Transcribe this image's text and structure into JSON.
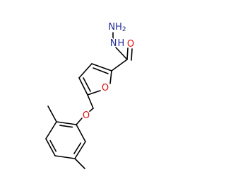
{
  "molecule": {
    "atoms": [
      {
        "id": "n_amine",
        "label": "NH",
        "sub": "2",
        "color": "#1f2a9a"
      },
      {
        "id": "n_hydrazide",
        "label": "N",
        "sub": "H",
        "color": "#1f2a9a"
      },
      {
        "id": "o_carbonyl",
        "label": "O",
        "sub": "",
        "color": "#e01010"
      },
      {
        "id": "o_furan",
        "label": "O",
        "sub": "",
        "color": "#e01010"
      },
      {
        "id": "o_ether",
        "label": "O",
        "sub": "",
        "color": "#e01010"
      }
    ],
    "colors": {
      "bond": "#000000",
      "nitrogen": "#1f2a9a",
      "oxygen": "#e01010"
    }
  }
}
